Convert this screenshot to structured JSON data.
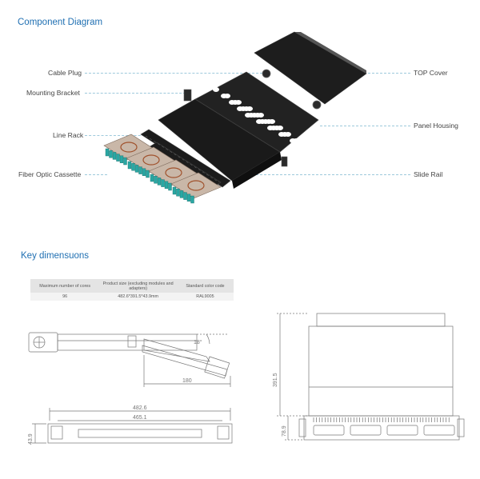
{
  "headings": {
    "component_diagram": "Component Diagram",
    "key_dimensions": "Key dimensuons"
  },
  "labels": {
    "cable_plug": "Cable Plug",
    "mounting_bracket": "Mounting Bracket",
    "line_rack": "Line Rack",
    "fiber_optic_cassette": "Fiber Optic Cassette",
    "top_cover": "TOP Cover",
    "panel_housing": "Panel Housing",
    "slide_rail": "Slide Rail"
  },
  "spec_table": {
    "headers": [
      "Maximum number of cores",
      "Product size (excluding modules and adapters)",
      "Standard color code"
    ],
    "row": [
      "96",
      "482.6*391.5*43.9mm",
      "RAL9005"
    ]
  },
  "dimensions": {
    "angle": "18°",
    "slide_depth": "180",
    "overall_width": "482.6",
    "body_width": "465.1",
    "height": "43.9",
    "depth": "391.5",
    "front_depth": "78.9"
  },
  "colors": {
    "heading": "#1f6fb2",
    "leader": "#9ec9dc",
    "housing": "#1e1e1e",
    "cassette": "#2aa7a3"
  }
}
